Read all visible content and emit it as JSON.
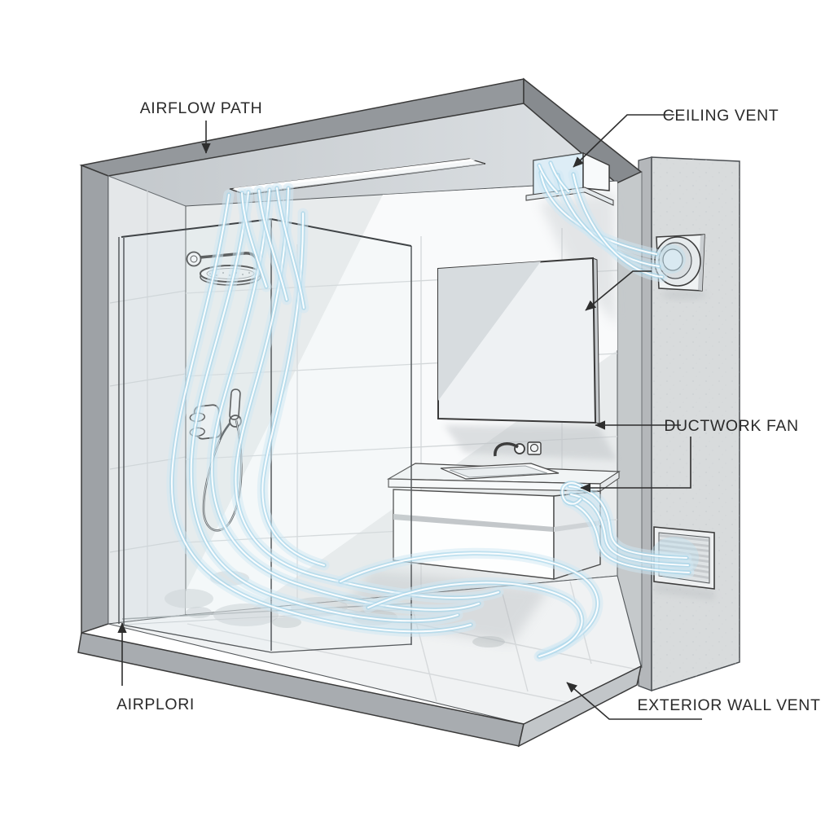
{
  "labels": {
    "airflow_path": "AIRFLOW PATH",
    "ceiling_vent": "CEILING VENT",
    "ductwork_fan": "DUCTWORK FAN",
    "airflow_floor": "AIRPLORI",
    "exterior_wall_vent": "EXTERIOR WALL VENT"
  },
  "colors": {
    "background": "#ffffff",
    "label_text": "#2b2b2b",
    "leader_line": "#2e2e2e",
    "outline": "#3c3c3c",
    "wall_section_gray": "#9aa0a4",
    "ceiling_underside": "#ccd1d4",
    "tile_white": "#f2f4f5",
    "exterior_panel": "#d8dbdc",
    "airflow_glow": "#cfe8f4",
    "airflow_mid": "#a3d4e9",
    "airflow_core": "#ffffff"
  }
}
